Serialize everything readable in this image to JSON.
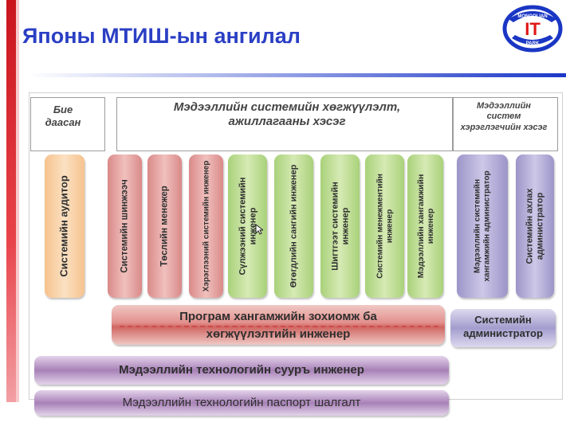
{
  "header": {
    "title": "Японы МТИШ-ын ангилал",
    "logo": {
      "top": "MONGOLIAN",
      "main": "IT",
      "bottom": "PARK"
    }
  },
  "categories": {
    "independent": "Бие даасан",
    "development": "Мэдээллийн системийн хөгжүүлэлт, ажиллагааны хэсэг",
    "users": "Мэдээллийн систем хэрэглэгчийн хэсэг"
  },
  "roles": [
    "Системийн аудитор",
    "Системийн шинжээч",
    "Төслийн менежер",
    "Хэрэглээний системийн инженер",
    "Сүлжээний системийн инженер",
    "Өгөгдлийн сангийн инженер",
    "Шигтгээт системийн инженер",
    "Системийн менежментийн инженер",
    "Мэдээллийн хангамжийн инженер",
    "Мэдээллийн системийн хангамжийн администратор",
    "Системийн ахлах администратор"
  ],
  "bars": {
    "software": "Програм хангамжийн зохиомж ба хөгжүүлэлтийн инженер",
    "sysadmin": "Системийн администратор",
    "foundation": "Мэдээллийн технологийн сууръ инженер",
    "passport": "Мэдээллийн технологийн паспорт шалгалт"
  },
  "colors": {
    "title": "#2b3fc4",
    "accent_red": "#c9141c",
    "orange": "#f6c28e",
    "red": "#d98a89",
    "green": "#a9d17a",
    "purple": "#9c95c8",
    "violet": "#a781b7"
  }
}
